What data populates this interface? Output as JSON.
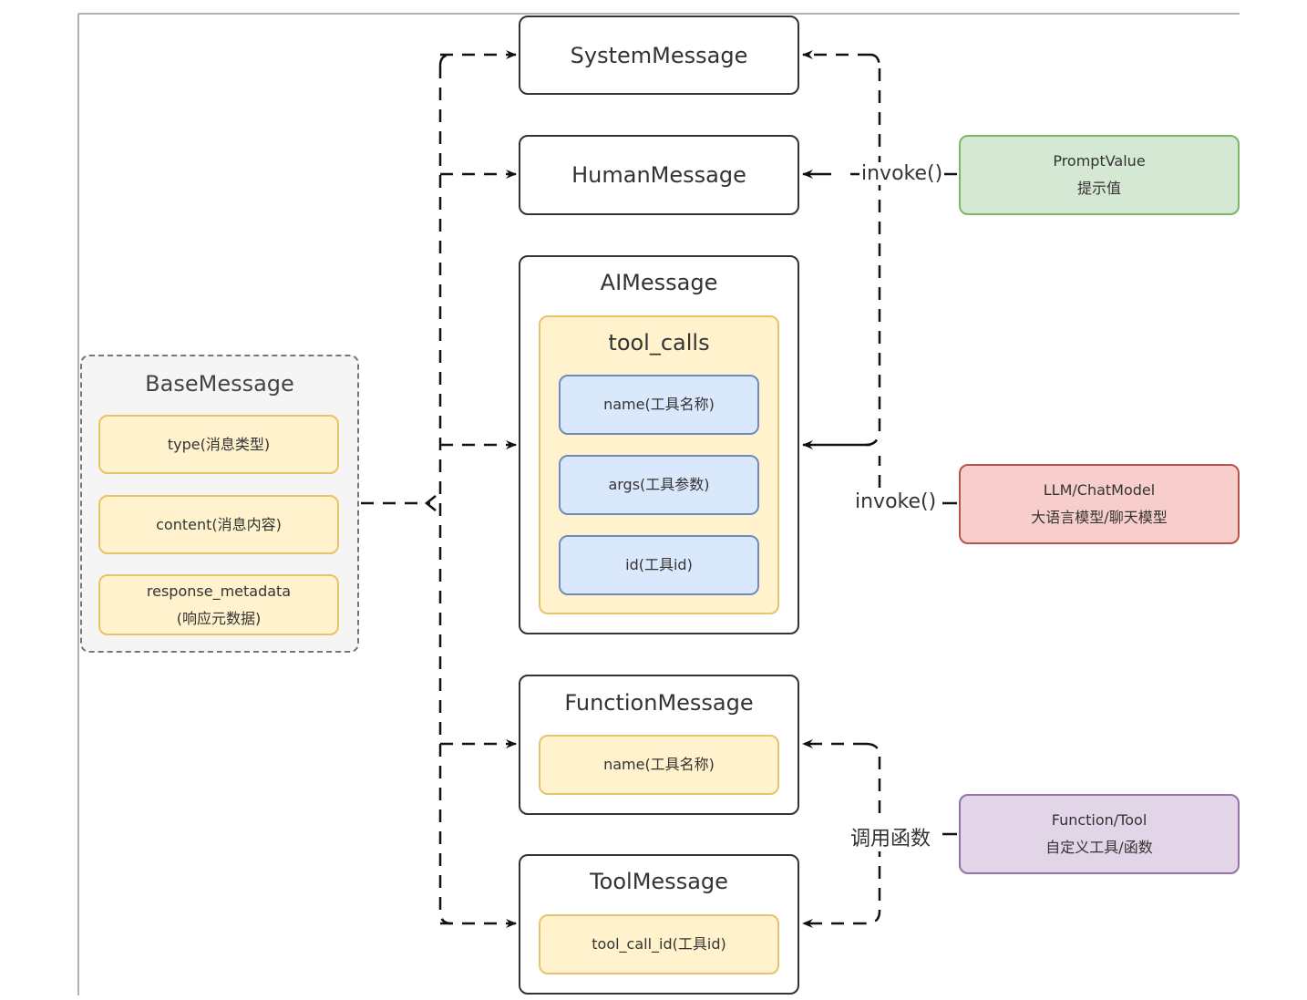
{
  "base_message": {
    "title": "BaseMessage",
    "fields": [
      "type(消息类型)",
      "content(消息内容)"
    ],
    "metadata_line1": "response_metadata",
    "metadata_line2": "(响应元数据)"
  },
  "messages": {
    "system": "SystemMessage",
    "human": "HumanMessage",
    "ai": {
      "title": "AIMessage",
      "tool_calls_title": "tool_calls",
      "fields": [
        "name(工具名称)",
        "args(工具参数)",
        "id(工具id)"
      ]
    },
    "function": {
      "title": "FunctionMessage",
      "field": "name(工具名称)"
    },
    "tool": {
      "title": "ToolMessage",
      "field": "tool_call_id(工具id)"
    }
  },
  "sources": {
    "prompt_value": {
      "line1": "PromptValue",
      "line2": "提示值",
      "color": "#d5e8d4"
    },
    "llm": {
      "line1": "LLM/ChatModel",
      "line2": "大语言模型/聊天模型",
      "color": "#f8cecc"
    },
    "function_tool": {
      "line1": "Function/Tool",
      "line2": "自定义工具/函数",
      "color": "#e1d5e7"
    }
  },
  "edge_labels": {
    "prompt_invoke": "invoke()",
    "llm_invoke": "invoke()",
    "func_call": "调用函数"
  }
}
